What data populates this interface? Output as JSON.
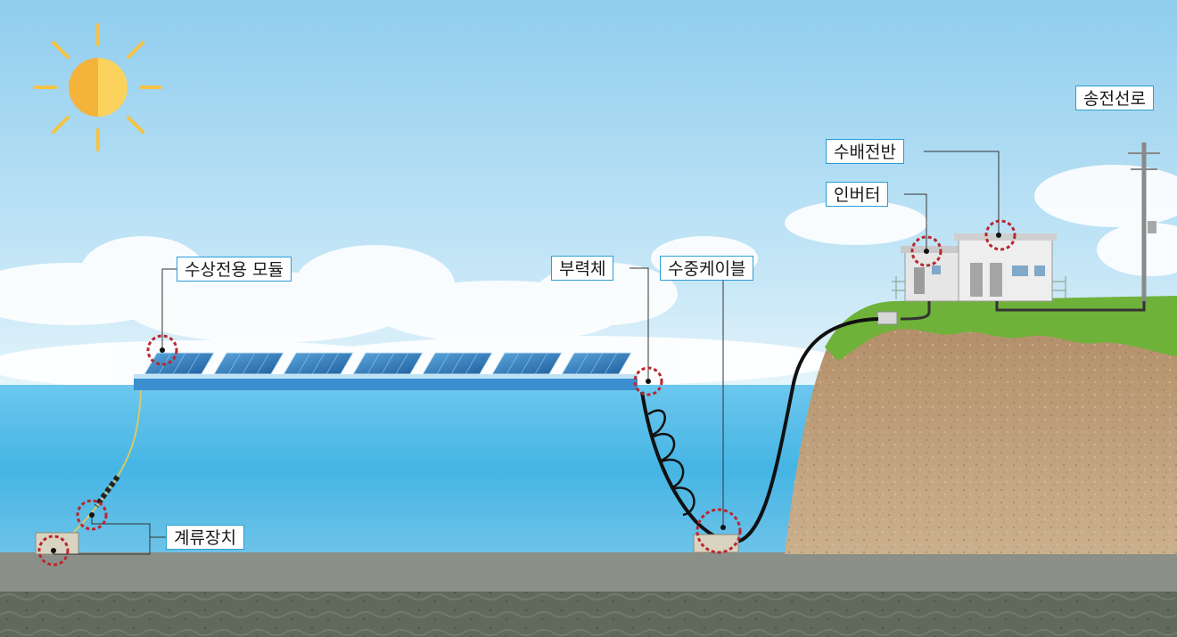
{
  "labels": {
    "floating_module": "수상전용 모듈",
    "buoyancy": "부력체",
    "subsea_cable": "수중케이블",
    "inverter": "인버터",
    "distribution_board": "수배전반",
    "transmission_line": "송전선로",
    "mooring": "계류장치"
  },
  "colors": {
    "callout_ring": "#b7282e",
    "label_border": "#2a9fd6",
    "sky_top": "#8fcdee",
    "water": "#45b5e4",
    "grass": "#6fb23a",
    "soil": "#c2a27c",
    "seabed": "#5f6a5c",
    "panel": "#2f7fc4"
  }
}
